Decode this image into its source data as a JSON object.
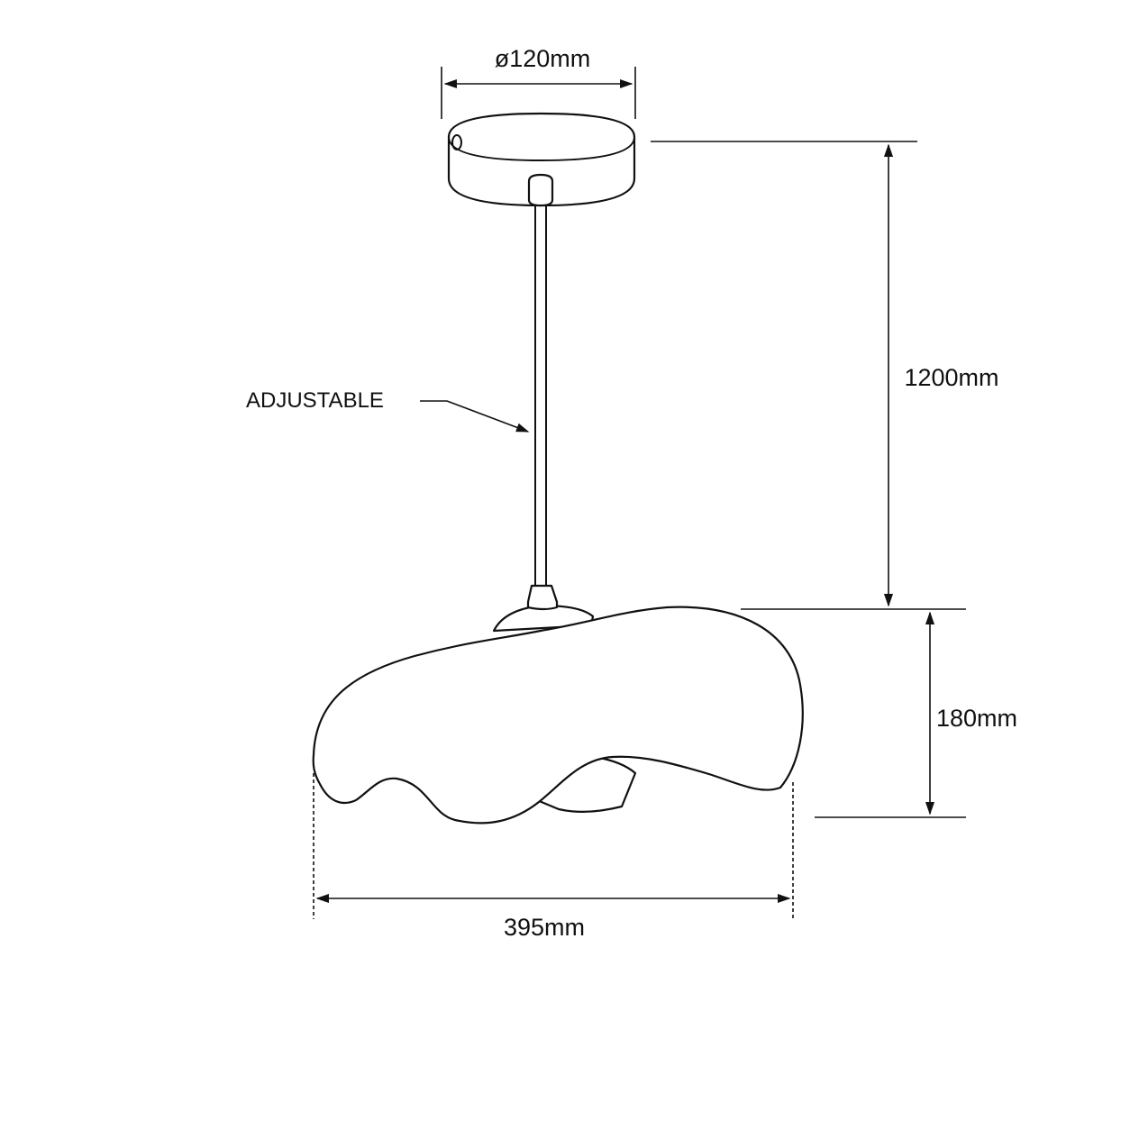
{
  "labels": {
    "canopy_diameter": "ø120mm",
    "cable_length": "1200mm",
    "shade_height": "180mm",
    "shade_width": "395mm",
    "cable_note": "ADJUSTABLE"
  }
}
